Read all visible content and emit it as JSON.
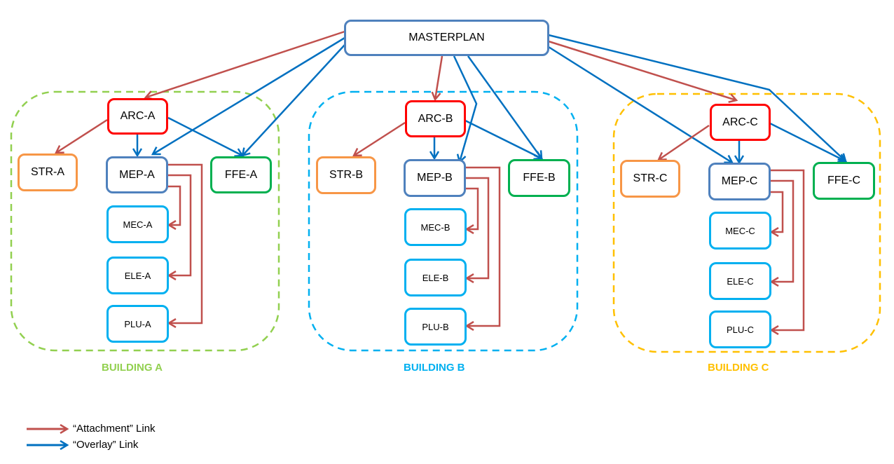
{
  "colors": {
    "attachment": "#c0504d",
    "overlay": "#0070c0",
    "masterplan_border": "#4f81bd",
    "arc_border": "#ff0000",
    "str_border": "#f79646",
    "mep_border": "#4f81bd",
    "ffe_border": "#00b050",
    "sub_border": "#00b0f0",
    "building_a": "#92d050",
    "building_b": "#00b0f0",
    "building_c": "#ffc000"
  },
  "masterplan": {
    "label": "MASTERPLAN"
  },
  "buildings": [
    {
      "id": "a",
      "label": "BUILDING A",
      "nodes": {
        "arc": "ARC-A",
        "str": "STR-A",
        "mep": "MEP-A",
        "ffe": "FFE-A",
        "mec": "MEC-A",
        "ele": "ELE-A",
        "plu": "PLU-A"
      }
    },
    {
      "id": "b",
      "label": "BUILDING B",
      "nodes": {
        "arc": "ARC-B",
        "str": "STR-B",
        "mep": "MEP-B",
        "ffe": "FFE-B",
        "mec": "MEC-B",
        "ele": "ELE-B",
        "plu": "PLU-B"
      }
    },
    {
      "id": "c",
      "label": "BUILDING C",
      "nodes": {
        "arc": "ARC-C",
        "str": "STR-C",
        "mep": "MEP-C",
        "ffe": "FFE-C",
        "mec": "MEC-C",
        "ele": "ELE-C",
        "plu": "PLU-C"
      }
    }
  ],
  "links": [
    {
      "from": "MASTERPLAN",
      "to": "ARC-A",
      "type": "attachment"
    },
    {
      "from": "MASTERPLAN",
      "to": "MEP-A",
      "type": "overlay"
    },
    {
      "from": "MASTERPLAN",
      "to": "FFE-A",
      "type": "overlay"
    },
    {
      "from": "MASTERPLAN",
      "to": "ARC-B",
      "type": "attachment"
    },
    {
      "from": "MASTERPLAN",
      "to": "MEP-B",
      "type": "overlay"
    },
    {
      "from": "MASTERPLAN",
      "to": "FFE-B",
      "type": "overlay"
    },
    {
      "from": "MASTERPLAN",
      "to": "ARC-C",
      "type": "attachment"
    },
    {
      "from": "MASTERPLAN",
      "to": "MEP-C",
      "type": "overlay"
    },
    {
      "from": "MASTERPLAN",
      "to": "FFE-C",
      "type": "overlay"
    },
    {
      "from": "ARC-A",
      "to": "STR-A",
      "type": "attachment"
    },
    {
      "from": "ARC-A",
      "to": "MEP-A",
      "type": "overlay"
    },
    {
      "from": "ARC-A",
      "to": "FFE-A",
      "type": "overlay"
    },
    {
      "from": "MEP-A",
      "to": "MEC-A",
      "type": "attachment"
    },
    {
      "from": "MEP-A",
      "to": "ELE-A",
      "type": "attachment"
    },
    {
      "from": "MEP-A",
      "to": "PLU-A",
      "type": "attachment"
    },
    {
      "from": "ARC-B",
      "to": "STR-B",
      "type": "attachment"
    },
    {
      "from": "ARC-B",
      "to": "MEP-B",
      "type": "overlay"
    },
    {
      "from": "ARC-B",
      "to": "FFE-B",
      "type": "overlay"
    },
    {
      "from": "MEP-B",
      "to": "MEC-B",
      "type": "attachment"
    },
    {
      "from": "MEP-B",
      "to": "ELE-B",
      "type": "attachment"
    },
    {
      "from": "MEP-B",
      "to": "PLU-B",
      "type": "attachment"
    },
    {
      "from": "ARC-C",
      "to": "STR-C",
      "type": "attachment"
    },
    {
      "from": "ARC-C",
      "to": "MEP-C",
      "type": "overlay"
    },
    {
      "from": "ARC-C",
      "to": "FFE-C",
      "type": "overlay"
    },
    {
      "from": "MEP-C",
      "to": "MEC-C",
      "type": "attachment"
    },
    {
      "from": "MEP-C",
      "to": "ELE-C",
      "type": "attachment"
    },
    {
      "from": "MEP-C",
      "to": "PLU-C",
      "type": "attachment"
    }
  ],
  "legend": {
    "attachment": "“Attachment” Link",
    "overlay": "“Overlay” Link"
  }
}
